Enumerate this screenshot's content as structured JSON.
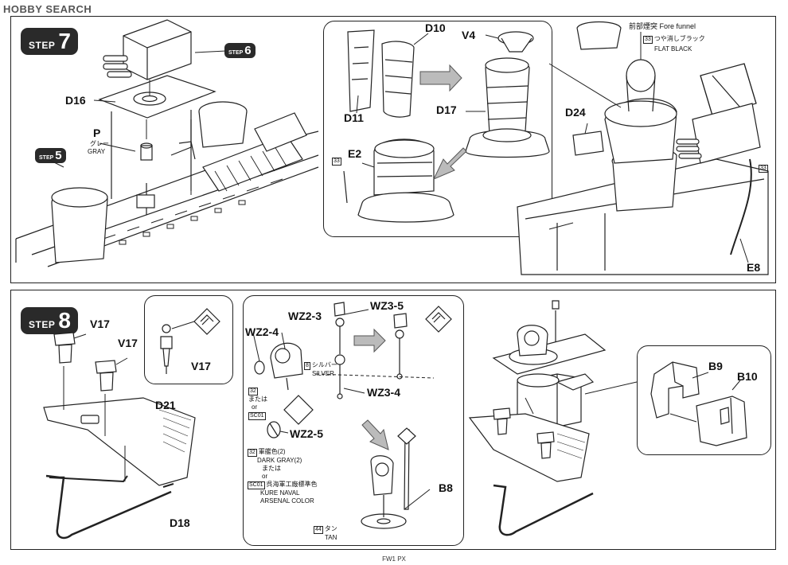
{
  "watermark": "HOBBY SEARCH",
  "step7": {
    "step_word": "STEP",
    "step_number": "7",
    "ref_step6": {
      "word": "STEP",
      "number": "6"
    },
    "ref_step5": {
      "word": "STEP",
      "number": "5"
    },
    "labels": {
      "d16": "D16",
      "p": "P",
      "p_gray_jp": "グレー",
      "p_gray_en": "GRAY",
      "d10": "D10",
      "v4": "V4",
      "d11": "D11",
      "d17": "D17",
      "e2": "E2",
      "e2_code": "33",
      "d24": "D24",
      "e8": "E8",
      "fore_funnel_jp": "前部煙突",
      "fore_funnel_en": "Fore funnel",
      "flat_black_code": "33",
      "flat_black_jp": "つや消しブラック",
      "flat_black_en": "FLAT BLACK",
      "side_code": "33"
    }
  },
  "step8": {
    "step_word": "STEP",
    "step_number": "8",
    "labels": {
      "v17_a": "V17",
      "v17_b": "V17",
      "v17_c": "V17",
      "d21": "D21",
      "d18": "D18",
      "wz2_3": "WZ2-3",
      "wz2_4": "WZ2-4",
      "wz3_5": "WZ3-5",
      "wz3_4": "WZ3-4",
      "wz2_5": "WZ2-5",
      "silver_code": "8",
      "silver_jp": "シルバー",
      "silver_en": "SILVER",
      "or1_code": "32",
      "or1_jp": "または",
      "or1_en": "or",
      "sc01_code": "SC01",
      "dg_code": "32",
      "dg_jp": "軍艦色(2)",
      "dg_en": "DARK GRAY(2)",
      "or2_jp": "または",
      "or2_en": "or",
      "sc01b_code": "SC01",
      "kure_jp": "呉海軍工廠標準色",
      "kure_en1": "KURE NAVAL",
      "kure_en2": "ARSENAL COLOR",
      "b8": "B8",
      "tan_code": "44",
      "tan_jp": "タン",
      "tan_en": "TAN",
      "b9": "B9",
      "b10": "B10"
    }
  },
  "footer": "FW1 PX"
}
